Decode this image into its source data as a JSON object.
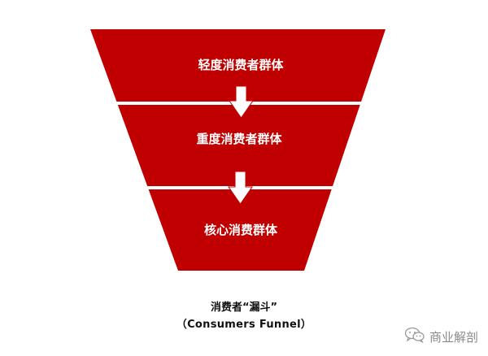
{
  "funnel": {
    "fill_color": "#c00000",
    "divider_color": "#ffffff",
    "arrow_color": "#ffffff",
    "stages": [
      {
        "label": "轻度消费者群体"
      },
      {
        "label": "重度消费者群体"
      },
      {
        "label": "核心消费群体"
      }
    ]
  },
  "caption": {
    "title": "消费者“漏斗”",
    "subtitle": "（Consumers Funnel）"
  },
  "watermark": {
    "icon": "wechat-icon",
    "text": "商业解剖"
  }
}
